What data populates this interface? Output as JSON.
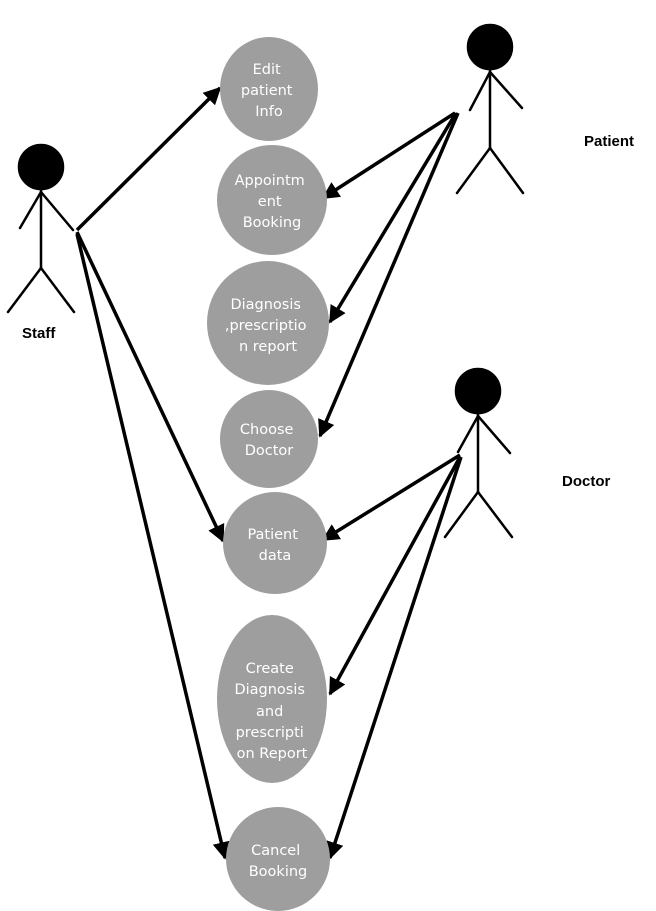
{
  "colors": {
    "usecase_fill": "#9e9e9e",
    "usecase_text": "#ffffff",
    "stroke": "#000000"
  },
  "actors": {
    "staff": {
      "name": "Staff"
    },
    "patient": {
      "name": "Patient"
    },
    "doctor": {
      "name": "Doctor"
    }
  },
  "usecases": {
    "edit_patient_info": [
      "Edit",
      "patient",
      "Info"
    ],
    "appointment_booking": [
      "Appointm",
      "ent",
      "Booking"
    ],
    "diagnosis_prescription_report": [
      "Diagnosis",
      ",prescriptio",
      "n report"
    ],
    "choose_doctor": [
      "Choose",
      "Doctor"
    ],
    "patient_data": [
      "Patient",
      "data"
    ],
    "create_diagnosis_report": [
      "Create",
      "Diagnosis",
      "and",
      "prescripti",
      "on Report"
    ],
    "cancel_booking": [
      "Cancel",
      "Booking"
    ]
  },
  "associations": [
    {
      "from": "staff",
      "to": "edit_patient_info"
    },
    {
      "from": "staff",
      "to": "patient_data"
    },
    {
      "from": "staff",
      "to": "cancel_booking"
    },
    {
      "from": "patient",
      "to": "appointment_booking"
    },
    {
      "from": "patient",
      "to": "diagnosis_prescription_report"
    },
    {
      "from": "patient",
      "to": "choose_doctor"
    },
    {
      "from": "doctor",
      "to": "patient_data"
    },
    {
      "from": "doctor",
      "to": "create_diagnosis_report"
    },
    {
      "from": "doctor",
      "to": "cancel_booking"
    }
  ]
}
